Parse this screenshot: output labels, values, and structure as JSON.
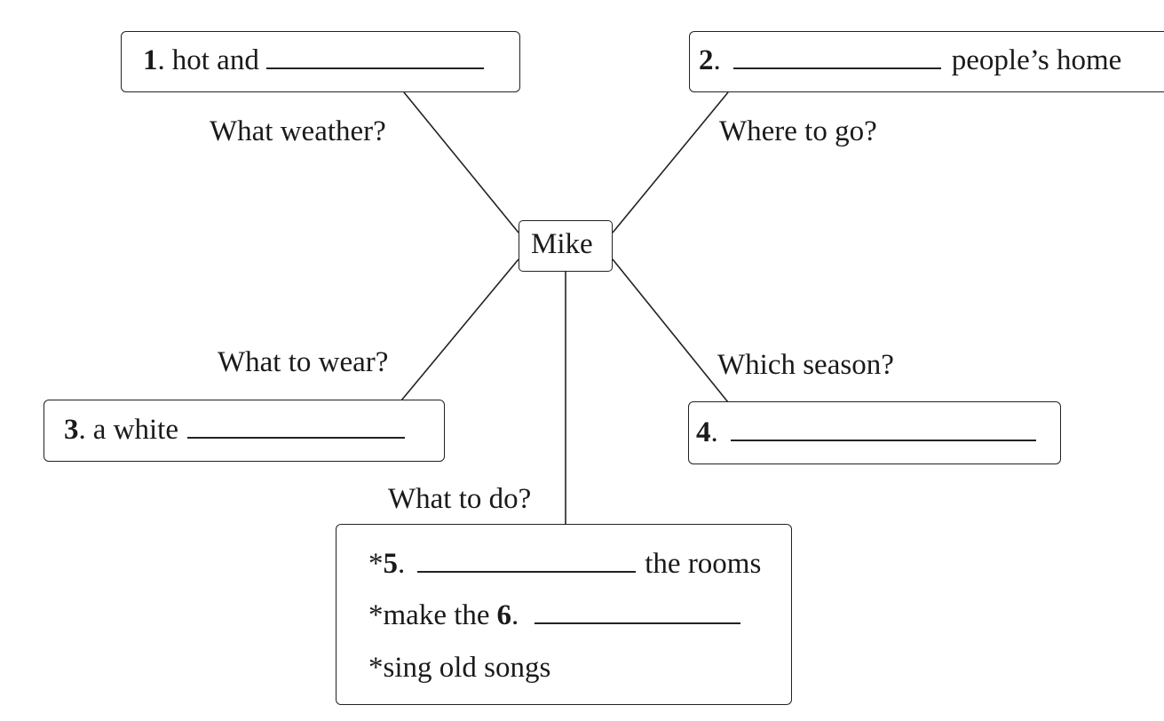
{
  "center": {
    "name": "Mike"
  },
  "branches": {
    "weather": {
      "question": "What weather?",
      "number": "1",
      "sep": ".",
      "before_blank": "hot and",
      "after_blank": ""
    },
    "where": {
      "question": "Where to go?",
      "number": "2",
      "sep": ".",
      "before_blank": "",
      "after_blank": "people’s home"
    },
    "wear": {
      "question": "What to wear?",
      "number": "3",
      "sep": ".",
      "before_blank": "a white",
      "after_blank": ""
    },
    "season": {
      "question": "Which season?",
      "number": "4",
      "sep": ".",
      "before_blank": "",
      "after_blank": ""
    },
    "todo": {
      "question": "What to do?",
      "items": [
        {
          "prefix": "*",
          "number": "5",
          "sep": ".",
          "after_blank": "the rooms"
        },
        {
          "prefix": "*make the",
          "number": "6",
          "sep": "."
        },
        {
          "text": "*sing old songs"
        }
      ]
    }
  }
}
